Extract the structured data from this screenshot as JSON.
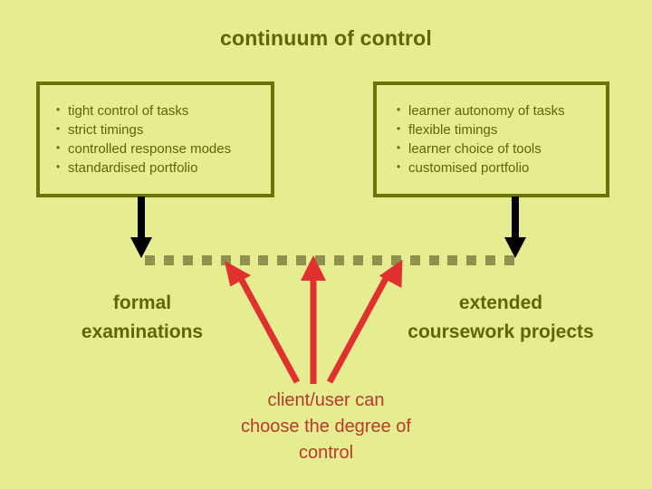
{
  "slide": {
    "background_color": "#e6ec90",
    "title": "continuum of control"
  },
  "panels": {
    "left": {
      "name": "tight-control-panel",
      "border_color": "#6b7207",
      "text_color": "#5e6606",
      "bullets": [
        "tight control of tasks",
        "strict timings",
        "controlled response modes",
        "standardised portfolio"
      ]
    },
    "right": {
      "name": "learner-autonomy-panel",
      "border_color": "#6b7207",
      "text_color": "#5e6606",
      "bullets": [
        "learner autonomy of tasks",
        "flexible timings",
        "learner choice of tools",
        "customised portfolio"
      ]
    }
  },
  "continuum": {
    "line_color": "#8f924f",
    "dash_count": 20,
    "down_arrow_color": "#000000",
    "up_arrow_color": "#e03030"
  },
  "endpoints": {
    "left_label": "formal\nexaminations",
    "left_line1": "formal",
    "left_line2": "examinations",
    "right_label": "extended coursework projects",
    "right_line1": "extended",
    "right_line2": "coursework projects"
  },
  "caption": {
    "text": "client/user can choose the degree of control",
    "line1": "client/user can",
    "line2": "choose the degree of",
    "line3": "control",
    "color": "#b93a2a"
  }
}
